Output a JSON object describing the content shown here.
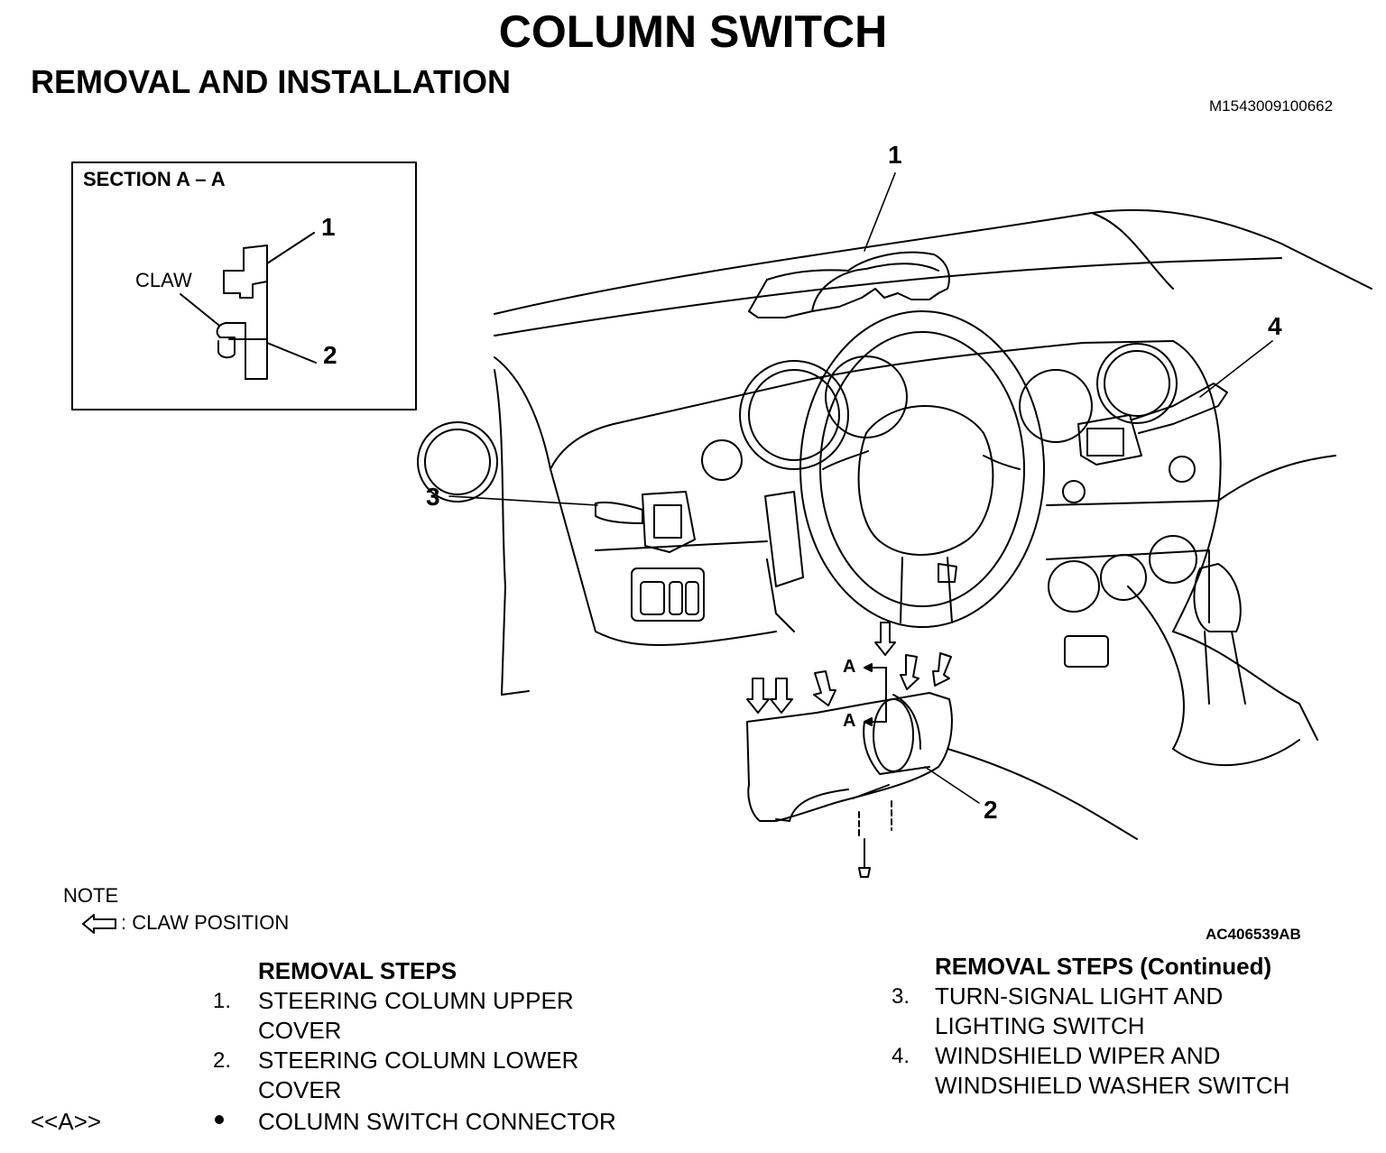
{
  "header": {
    "title": "COLUMN SWITCH",
    "subtitle": "REMOVAL AND INSTALLATION",
    "doc_id": "M1543009100662"
  },
  "section": {
    "title": "SECTION A – A",
    "claw_label": "CLAW",
    "callout_1": "1",
    "callout_2": "2"
  },
  "illustration": {
    "callout_1": "1",
    "callout_2": "2",
    "callout_3": "3",
    "callout_4": "4",
    "section_mark_upper": "A",
    "section_mark_lower": "A",
    "figure_id": "AC406539AB"
  },
  "note": {
    "heading": "NOTE",
    "legend_text": ": CLAW POSITION"
  },
  "removal_steps": {
    "heading": "REMOVAL STEPS",
    "items": [
      {
        "num": "1.",
        "line1": "STEERING COLUMN UPPER",
        "line2": "COVER"
      },
      {
        "num": "2.",
        "line1": "STEERING COLUMN LOWER",
        "line2": "COVER"
      }
    ],
    "bullet_ref": "<<A>>",
    "bullet_text": "COLUMN SWITCH CONNECTOR"
  },
  "removal_steps_cont": {
    "heading": "REMOVAL STEPS (Continued)",
    "items": [
      {
        "num": "3.",
        "line1": "TURN-SIGNAL LIGHT AND",
        "line2": "LIGHTING SWITCH"
      },
      {
        "num": "4.",
        "line1": "WINDSHIELD WIPER AND",
        "line2": "WINDSHIELD WASHER SWITCH"
      }
    ]
  }
}
